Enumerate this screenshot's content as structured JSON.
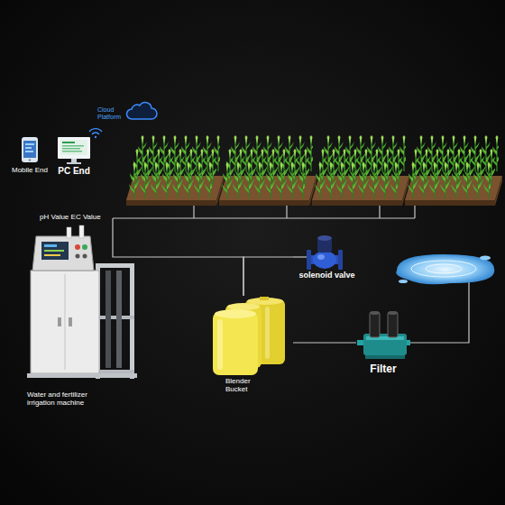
{
  "diagram": {
    "nodes": [
      {
        "text": [
          "Mobile End"
        ]
      },
      {
        "text": [
          "PC End"
        ]
      },
      {
        "text": [
          "Cloud Platform"
        ]
      },
      {
        "text": [
          "pH Value EC Value",
          "Water and fertilizer irrigation machine"
        ]
      },
      {
        "text": [
          "solenoid valve"
        ]
      },
      {
        "text": [
          "Blender Bucket"
        ]
      },
      {
        "text": [
          "Filter"
        ]
      }
    ],
    "edges": [
      {
        "from": 3,
        "to": 5,
        "arrow": "none"
      },
      {
        "from": 4,
        "to": 5,
        "arrow": "none"
      },
      {
        "from": 5,
        "to": 6,
        "arrow": "none"
      }
    ]
  }
}
